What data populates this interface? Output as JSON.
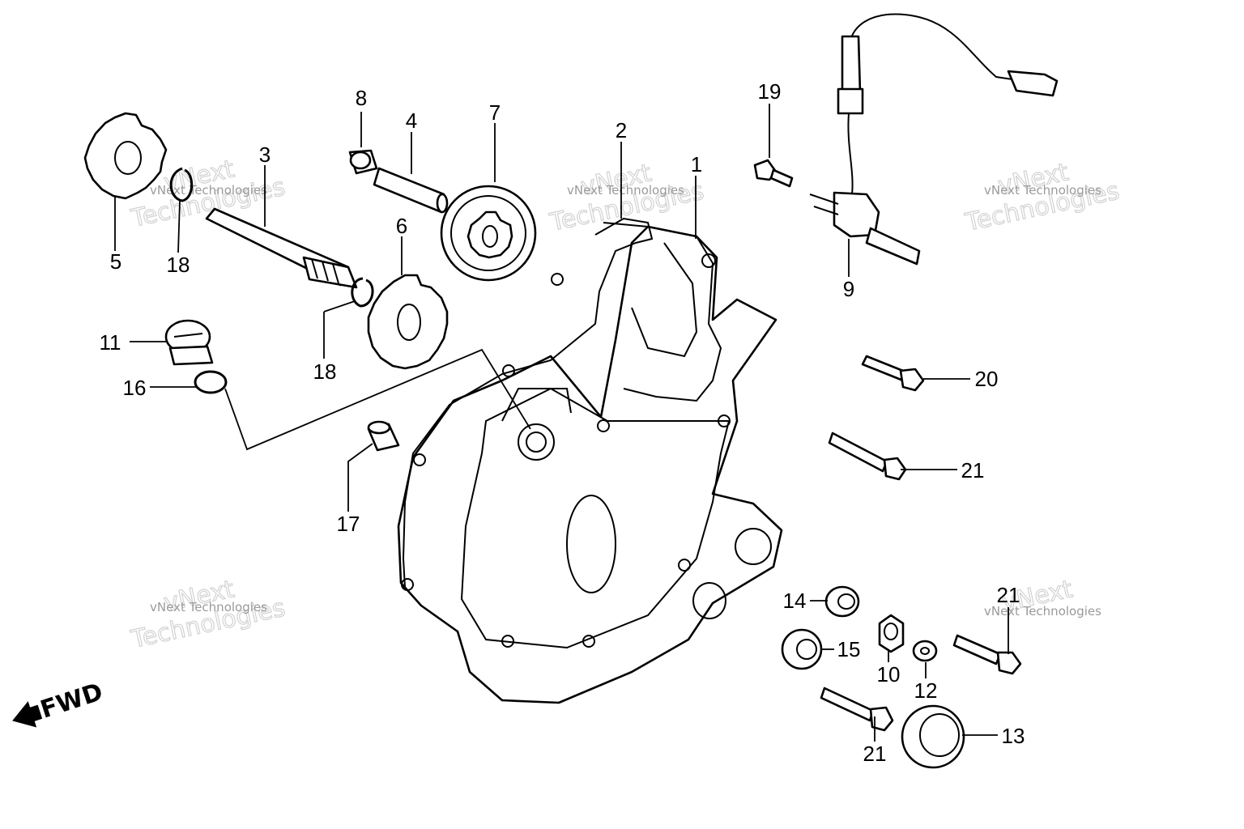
{
  "diagram": {
    "callouts": [
      {
        "id": "c1",
        "label": "1"
      },
      {
        "id": "c2",
        "label": "2"
      },
      {
        "id": "c3",
        "label": "3"
      },
      {
        "id": "c4",
        "label": "4"
      },
      {
        "id": "c5",
        "label": "5"
      },
      {
        "id": "c6",
        "label": "6"
      },
      {
        "id": "c7",
        "label": "7"
      },
      {
        "id": "c8",
        "label": "8"
      },
      {
        "id": "c9",
        "label": "9"
      },
      {
        "id": "c10",
        "label": "10"
      },
      {
        "id": "c11",
        "label": "11"
      },
      {
        "id": "c12",
        "label": "12"
      },
      {
        "id": "c13",
        "label": "13"
      },
      {
        "id": "c14",
        "label": "14"
      },
      {
        "id": "c15",
        "label": "15"
      },
      {
        "id": "c16",
        "label": "16"
      },
      {
        "id": "c17",
        "label": "17"
      },
      {
        "id": "c18a",
        "label": "18"
      },
      {
        "id": "c18b",
        "label": "18"
      },
      {
        "id": "c19",
        "label": "19"
      },
      {
        "id": "c20",
        "label": "20"
      },
      {
        "id": "c21a",
        "label": "21"
      },
      {
        "id": "c21b",
        "label": "21"
      },
      {
        "id": "c21c",
        "label": "21"
      }
    ],
    "direction_label": "FWD",
    "watermark": {
      "line1": "vNext Technologies",
      "line2": "vNext",
      "line3": "Technologies"
    },
    "line_color": "#000000",
    "background": "#ffffff"
  }
}
